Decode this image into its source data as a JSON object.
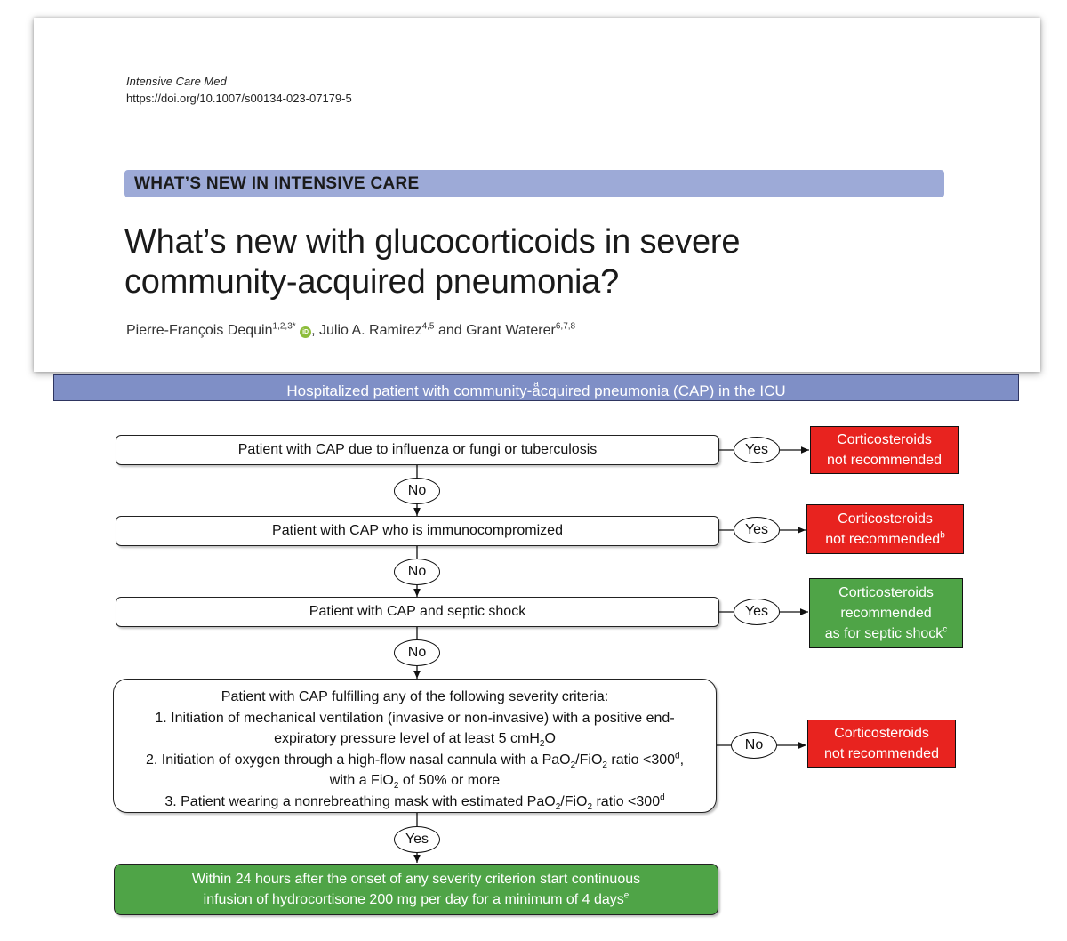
{
  "paper": {
    "journal": "Intensive Care Med",
    "doi": "https://doi.org/10.1007/s00134-023-07179-5",
    "section": "WHAT’S NEW IN INTENSIVE CARE",
    "title_line1": "What’s new with glucocorticoids in severe",
    "title_line2": "community-acquired pneumonia?",
    "authors": {
      "a1": "Pierre-François Dequin",
      "a1_sup": "1,2,3*",
      "sep1": ", Julio A. Ramirez",
      "a2_sup": "4,5",
      "sep2": " and Grant Waterer",
      "a3_sup": "6,7,8"
    }
  },
  "flowchart": {
    "header": "Hospitalized patient with community-acquired pneumonia (CAP) in the ICU",
    "header_sup": "a",
    "q1": "Patient with CAP due to influenza or fungi or tuberculosis",
    "q2": "Patient with CAP who is immunocompromized",
    "q3": "Patient with CAP and septic shock",
    "q4": {
      "l1": "Patient with CAP fulfilling any of the following severity criteria:",
      "l2": "1. Initiation of mechanical ventilation (invasive or non-invasive) with a positive end-",
      "l3a": "expiratory pressure level of at least 5 cmH",
      "l3sub": "2",
      "l3b": "O",
      "l4a": "2. Initiation of oxygen through a high-flow nasal cannula with a PaO",
      "l4sub1": "2",
      "l4b": "/FiO",
      "l4sub2": "2",
      "l4c": " ratio <300",
      "l4sup": "d",
      "l4d": ",",
      "l5a": "with a FiO",
      "l5sub": "2",
      "l5b": " of 50% or more",
      "l6a": "3. Patient wearing a nonrebreathing mask with estimated PaO",
      "l6sub1": "2",
      "l6b": "/FiO",
      "l6sub2": "2",
      "l6c": " ratio <300",
      "l6sup": "d"
    },
    "yes": "Yes",
    "no": "No",
    "o1": {
      "l1": "Corticosteroids",
      "l2": "not recommended"
    },
    "o2": {
      "l1": "Corticosteroids",
      "l2": "not recommended",
      "sup": "b"
    },
    "o3": {
      "l1": "Corticosteroids",
      "l2": "recommended",
      "l3": "as for septic shock",
      "sup": "c"
    },
    "o4": {
      "l1": "Corticosteroids",
      "l2": "not recommended"
    },
    "final": {
      "l1": "Within 24 hours after the onset of any severity criterion start continuous",
      "l2": "infusion of hydrocortisone 200 mg per day for a minimum of 4 days",
      "sup": "e"
    },
    "colors": {
      "red": "#e8231f",
      "green": "#4fa447",
      "header": "#7f8fc6",
      "section": "#9daad7"
    }
  }
}
